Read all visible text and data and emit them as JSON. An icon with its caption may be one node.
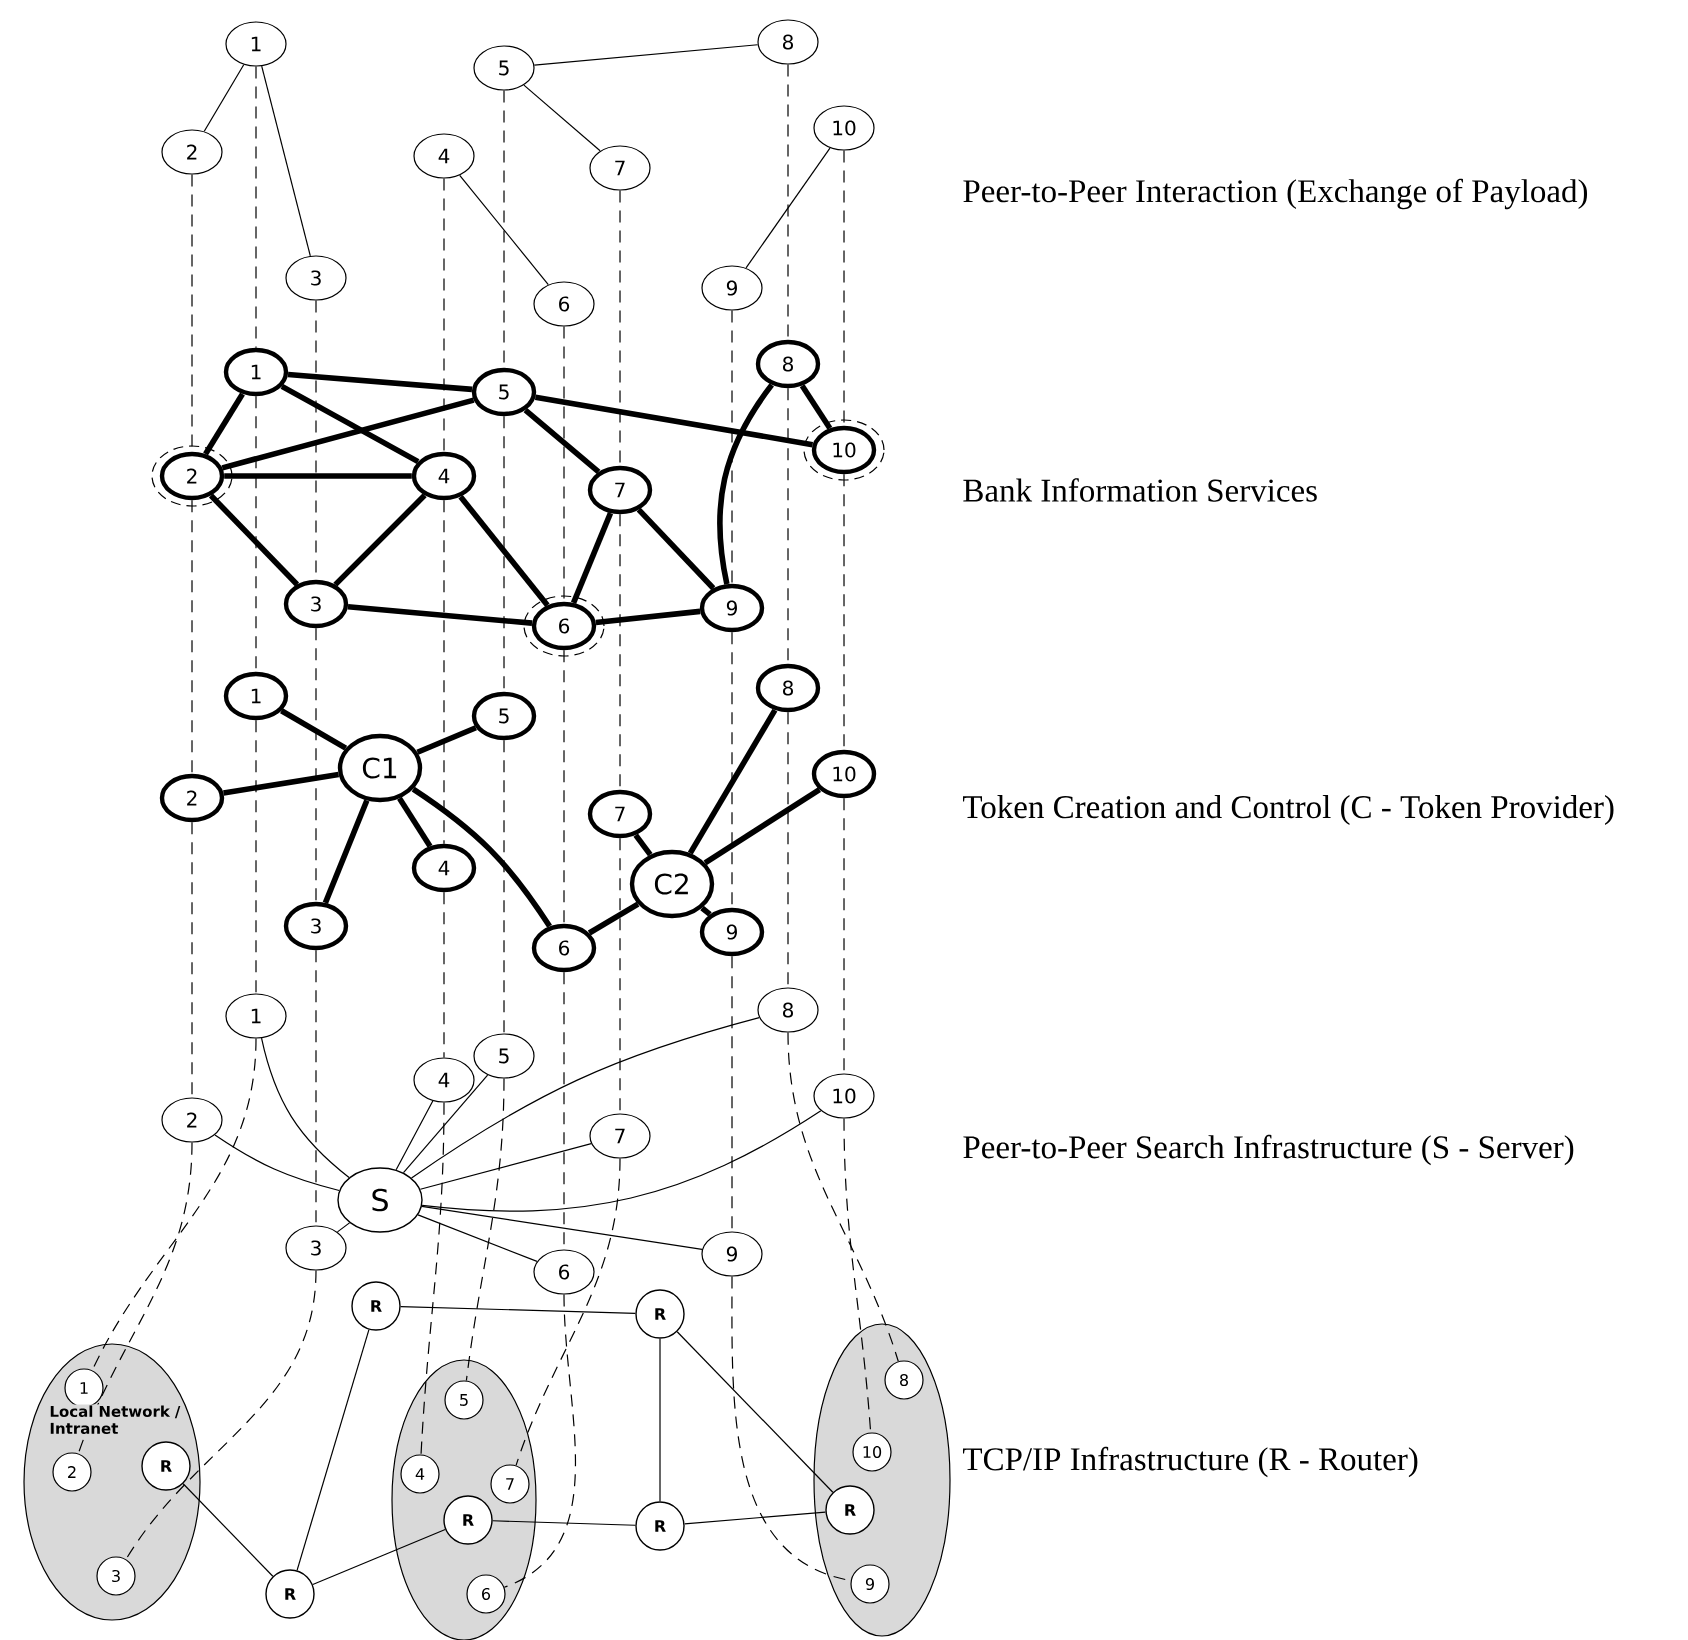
{
  "diagram": {
    "nodes": [
      {
        "text": [
          "1"
        ]
      },
      {
        "text": [
          "2"
        ]
      },
      {
        "text": [
          "3"
        ]
      },
      {
        "text": [
          "4"
        ]
      },
      {
        "text": [
          "5"
        ]
      },
      {
        "text": [
          "6"
        ]
      },
      {
        "text": [
          "7"
        ]
      },
      {
        "text": [
          "8"
        ]
      },
      {
        "text": [
          "9"
        ]
      },
      {
        "text": [
          "10"
        ]
      },
      {
        "text": [
          "1"
        ]
      },
      {
        "text": [
          "2"
        ]
      },
      {
        "text": [
          "3"
        ]
      },
      {
        "text": [
          "4"
        ]
      },
      {
        "text": [
          "5"
        ]
      },
      {
        "text": [
          "6"
        ]
      },
      {
        "text": [
          "7"
        ]
      },
      {
        "text": [
          "8"
        ]
      },
      {
        "text": [
          "9"
        ]
      },
      {
        "text": [
          "10"
        ]
      },
      {
        "text": [
          "1"
        ]
      },
      {
        "text": [
          "2"
        ]
      },
      {
        "text": [
          "3"
        ]
      },
      {
        "text": [
          "4"
        ]
      },
      {
        "text": [
          "5"
        ]
      },
      {
        "text": [
          "6"
        ]
      },
      {
        "text": [
          "7"
        ]
      },
      {
        "text": [
          "8"
        ]
      },
      {
        "text": [
          "9"
        ]
      },
      {
        "text": [
          "10"
        ]
      },
      {
        "text": [
          "C1"
        ]
      },
      {
        "text": [
          "C2"
        ]
      },
      {
        "text": [
          "1"
        ]
      },
      {
        "text": [
          "2"
        ]
      },
      {
        "text": [
          "3"
        ]
      },
      {
        "text": [
          "4"
        ]
      },
      {
        "text": [
          "5"
        ]
      },
      {
        "text": [
          "6"
        ]
      },
      {
        "text": [
          "7"
        ]
      },
      {
        "text": [
          "8"
        ]
      },
      {
        "text": [
          "9"
        ]
      },
      {
        "text": [
          "10"
        ]
      },
      {
        "text": [
          "S"
        ]
      },
      {
        "text": [],
        "shape": "ellipse"
      },
      {
        "text": [],
        "shape": "ellipse"
      },
      {
        "text": [],
        "shape": "ellipse"
      },
      {
        "text": [
          "1"
        ],
        "in": 43
      },
      {
        "text": [
          "2"
        ],
        "in": 43
      },
      {
        "text": [
          "3"
        ],
        "in": 43
      },
      {
        "text": [
          "4"
        ],
        "in": 44
      },
      {
        "text": [
          "5"
        ],
        "in": 44
      },
      {
        "text": [
          "6"
        ],
        "in": 44
      },
      {
        "text": [
          "7"
        ],
        "in": 44
      },
      {
        "text": [
          "8"
        ],
        "in": 45
      },
      {
        "text": [
          "9"
        ],
        "in": 45
      },
      {
        "text": [
          "10"
        ],
        "in": 45
      },
      {
        "text": [
          "R"
        ],
        "in": 43
      },
      {
        "text": [
          "R"
        ],
        "in": 44
      },
      {
        "text": [
          "R"
        ],
        "in": 45
      },
      {
        "text": [
          "R"
        ]
      },
      {
        "text": [
          "R"
        ]
      },
      {
        "text": [
          "R"
        ]
      },
      {
        "text": [
          "R"
        ]
      }
    ],
    "edges": [
      {
        "from": 0,
        "to": 1,
        "arrow": "none"
      },
      {
        "from": 0,
        "to": 2,
        "arrow": "none"
      },
      {
        "from": 4,
        "to": 7,
        "arrow": "none"
      },
      {
        "from": 4,
        "to": 6,
        "arrow": "none"
      },
      {
        "from": 3,
        "to": 5,
        "arrow": "none"
      },
      {
        "from": 9,
        "to": 8,
        "arrow": "none"
      },
      {
        "from": 10,
        "to": 14,
        "arrow": "none",
        "style": "thick"
      },
      {
        "from": 10,
        "to": 11,
        "arrow": "none",
        "style": "thick"
      },
      {
        "from": 10,
        "to": 13,
        "arrow": "none",
        "style": "thick"
      },
      {
        "from": 14,
        "to": 11,
        "arrow": "none",
        "style": "thick"
      },
      {
        "from": 14,
        "to": 16,
        "arrow": "none",
        "style": "thick"
      },
      {
        "from": 14,
        "to": 19,
        "arrow": "none",
        "style": "thick"
      },
      {
        "from": 11,
        "to": 13,
        "arrow": "none",
        "style": "thick"
      },
      {
        "from": 11,
        "to": 12,
        "arrow": "none",
        "style": "thick"
      },
      {
        "from": 13,
        "to": 12,
        "arrow": "none",
        "style": "thick"
      },
      {
        "from": 13,
        "to": 15,
        "arrow": "none",
        "style": "thick"
      },
      {
        "from": 12,
        "to": 15,
        "arrow": "none",
        "style": "thick"
      },
      {
        "from": 16,
        "to": 15,
        "arrow": "none",
        "style": "thick"
      },
      {
        "from": 16,
        "to": 18,
        "arrow": "none",
        "style": "thick"
      },
      {
        "from": 15,
        "to": 18,
        "arrow": "none",
        "style": "thick"
      },
      {
        "from": 17,
        "to": 19,
        "arrow": "none",
        "style": "thick"
      },
      {
        "from": 17,
        "to": 18,
        "arrow": "none",
        "style": "thick"
      },
      {
        "from": 30,
        "to": 20,
        "arrow": "none",
        "style": "thick"
      },
      {
        "from": 30,
        "to": 21,
        "arrow": "none",
        "style": "thick"
      },
      {
        "from": 30,
        "to": 24,
        "arrow": "none",
        "style": "thick"
      },
      {
        "from": 30,
        "to": 23,
        "arrow": "none",
        "style": "thick"
      },
      {
        "from": 30,
        "to": 22,
        "arrow": "none",
        "style": "thick"
      },
      {
        "from": 30,
        "to": 25,
        "arrow": "none",
        "style": "thick"
      },
      {
        "from": 31,
        "to": 26,
        "arrow": "none",
        "style": "thick"
      },
      {
        "from": 31,
        "to": 27,
        "arrow": "none",
        "style": "thick"
      },
      {
        "from": 31,
        "to": 29,
        "arrow": "none",
        "style": "thick"
      },
      {
        "from": 31,
        "to": 25,
        "arrow": "none",
        "style": "thick"
      },
      {
        "from": 31,
        "to": 28,
        "arrow": "none",
        "style": "thick"
      },
      {
        "from": 42,
        "to": 32,
        "arrow": "none"
      },
      {
        "from": 42,
        "to": 33,
        "arrow": "none"
      },
      {
        "from": 42,
        "to": 34,
        "arrow": "none"
      },
      {
        "from": 42,
        "to": 35,
        "arrow": "none"
      },
      {
        "from": 42,
        "to": 36,
        "arrow": "none"
      },
      {
        "from": 42,
        "to": 37,
        "arrow": "none"
      },
      {
        "from": 42,
        "to": 38,
        "arrow": "none"
      },
      {
        "from": 42,
        "to": 39,
        "arrow": "none"
      },
      {
        "from": 42,
        "to": 40,
        "arrow": "none"
      },
      {
        "from": 42,
        "to": 41,
        "arrow": "none"
      },
      {
        "from": 59,
        "to": 60,
        "arrow": "none"
      },
      {
        "from": 59,
        "to": 61,
        "arrow": "none"
      },
      {
        "from": 61,
        "to": 56,
        "arrow": "none"
      },
      {
        "from": 61,
        "to": 57,
        "arrow": "none"
      },
      {
        "from": 57,
        "to": 62,
        "arrow": "none"
      },
      {
        "from": 60,
        "to": 62,
        "arrow": "none"
      },
      {
        "from": 60,
        "to": 58,
        "arrow": "none"
      },
      {
        "from": 62,
        "to": 58,
        "arrow": "none"
      },
      {
        "from": 0,
        "to": 10,
        "arrow": "none",
        "style": "dashed"
      },
      {
        "from": 10,
        "to": 20,
        "arrow": "none",
        "style": "dashed"
      },
      {
        "from": 20,
        "to": 32,
        "arrow": "none",
        "style": "dashed"
      },
      {
        "from": 32,
        "to": 46,
        "arrow": "none",
        "style": "dashed"
      },
      {
        "from": 1,
        "to": 11,
        "arrow": "none",
        "style": "dashed"
      },
      {
        "from": 11,
        "to": 21,
        "arrow": "none",
        "style": "dashed"
      },
      {
        "from": 21,
        "to": 33,
        "arrow": "none",
        "style": "dashed"
      },
      {
        "from": 33,
        "to": 47,
        "arrow": "none",
        "style": "dashed"
      },
      {
        "from": 2,
        "to": 12,
        "arrow": "none",
        "style": "dashed"
      },
      {
        "from": 12,
        "to": 22,
        "arrow": "none",
        "style": "dashed"
      },
      {
        "from": 22,
        "to": 34,
        "arrow": "none",
        "style": "dashed"
      },
      {
        "from": 34,
        "to": 48,
        "arrow": "none",
        "style": "dashed"
      },
      {
        "from": 3,
        "to": 13,
        "arrow": "none",
        "style": "dashed"
      },
      {
        "from": 13,
        "to": 23,
        "arrow": "none",
        "style": "dashed"
      },
      {
        "from": 23,
        "to": 35,
        "arrow": "none",
        "style": "dashed"
      },
      {
        "from": 35,
        "to": 49,
        "arrow": "none",
        "style": "dashed"
      },
      {
        "from": 4,
        "to": 14,
        "arrow": "none",
        "style": "dashed"
      },
      {
        "from": 14,
        "to": 24,
        "arrow": "none",
        "style": "dashed"
      },
      {
        "from": 24,
        "to": 36,
        "arrow": "none",
        "style": "dashed"
      },
      {
        "from": 36,
        "to": 50,
        "arrow": "none",
        "style": "dashed"
      },
      {
        "from": 5,
        "to": 15,
        "arrow": "none",
        "style": "dashed"
      },
      {
        "from": 15,
        "to": 25,
        "arrow": "none",
        "style": "dashed"
      },
      {
        "from": 25,
        "to": 37,
        "arrow": "none",
        "style": "dashed"
      },
      {
        "from": 37,
        "to": 51,
        "arrow": "none",
        "style": "dashed"
      },
      {
        "from": 6,
        "to": 16,
        "arrow": "none",
        "style": "dashed"
      },
      {
        "from": 16,
        "to": 26,
        "arrow": "none",
        "style": "dashed"
      },
      {
        "from": 26,
        "to": 38,
        "arrow": "none",
        "style": "dashed"
      },
      {
        "from": 38,
        "to": 52,
        "arrow": "none",
        "style": "dashed"
      },
      {
        "from": 7,
        "to": 17,
        "arrow": "none",
        "style": "dashed"
      },
      {
        "from": 17,
        "to": 27,
        "arrow": "none",
        "style": "dashed"
      },
      {
        "from": 27,
        "to": 39,
        "arrow": "none",
        "style": "dashed"
      },
      {
        "from": 39,
        "to": 53,
        "arrow": "none",
        "style": "dashed"
      },
      {
        "from": 8,
        "to": 18,
        "arrow": "none",
        "style": "dashed"
      },
      {
        "from": 18,
        "to": 28,
        "arrow": "none",
        "style": "dashed"
      },
      {
        "from": 28,
        "to": 40,
        "arrow": "none",
        "style": "dashed"
      },
      {
        "from": 40,
        "to": 54,
        "arrow": "none",
        "style": "dashed"
      },
      {
        "from": 9,
        "to": 19,
        "arrow": "none",
        "style": "dashed"
      },
      {
        "from": 19,
        "to": 29,
        "arrow": "none",
        "style": "dashed"
      },
      {
        "from": 29,
        "to": 41,
        "arrow": "none",
        "style": "dashed"
      },
      {
        "from": 41,
        "to": 55,
        "arrow": "none",
        "style": "dashed"
      }
    ],
    "labels": [
      "Peer-to-Peer Interaction (Exchange of Payload)",
      "Bank Information Services",
      "Token Creation and Control (C - Token Provider)",
      "Peer-to-Peer Search Infrastructure (S - Server)",
      "Local Network / Intranet",
      "TCP/IP Infrastructure (R - Router)"
    ]
  }
}
